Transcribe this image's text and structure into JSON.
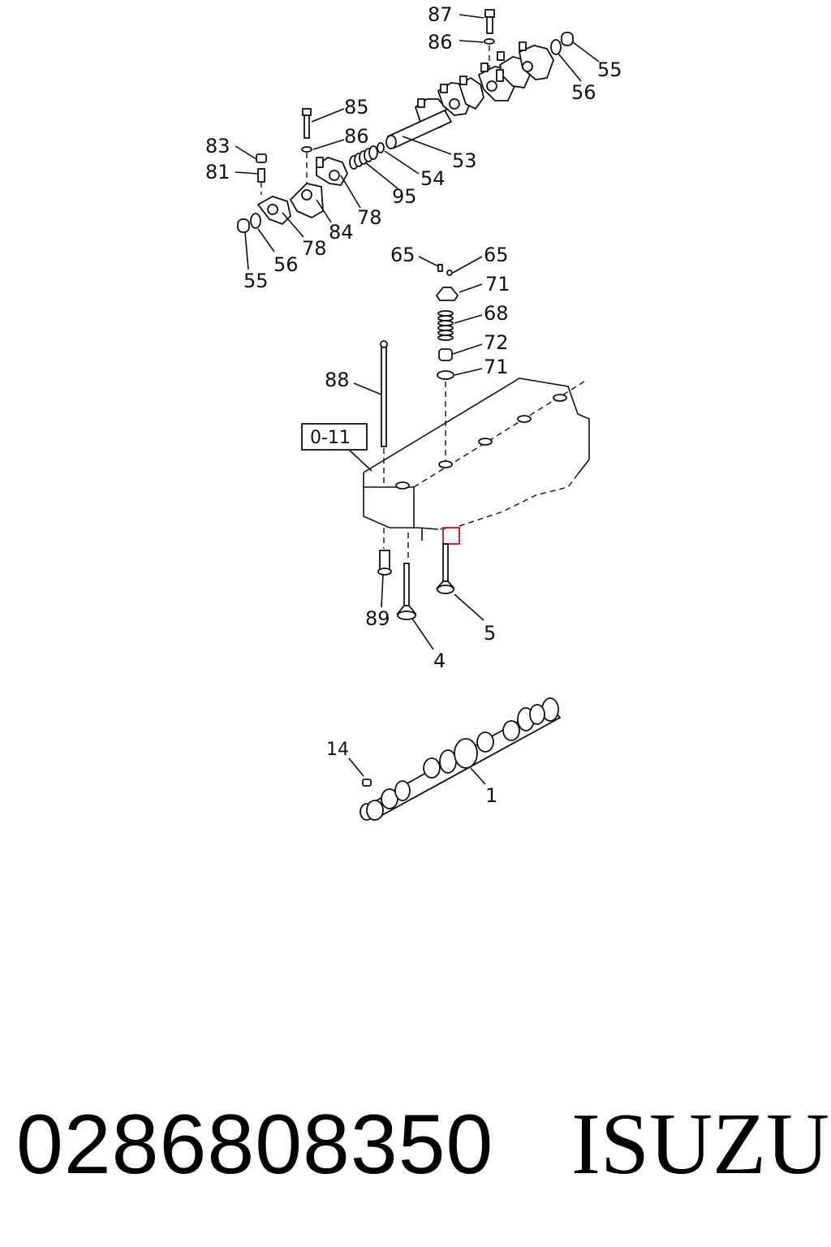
{
  "callouts": {
    "c87": "87",
    "c86a": "86",
    "c55a": "55",
    "c56a": "56",
    "c85": "85",
    "c86b": "86",
    "c83": "83",
    "c81": "81",
    "c95": "95",
    "c54": "54",
    "c53": "53",
    "c78a": "78",
    "c84": "84",
    "c78b": "78",
    "c56b": "56",
    "c55b": "55",
    "c65a": "65",
    "c65b": "65",
    "c71a": "71",
    "c68": "68",
    "c72": "72",
    "c71b": "71",
    "c88": "88",
    "c89": "89",
    "c4": "4",
    "c5": "5",
    "c14": "14",
    "c1": "1"
  },
  "reference_box": "0-11",
  "highlight_color": "#e0202a",
  "footer": {
    "part_number": "0286808350",
    "brand": "ISUZU"
  }
}
